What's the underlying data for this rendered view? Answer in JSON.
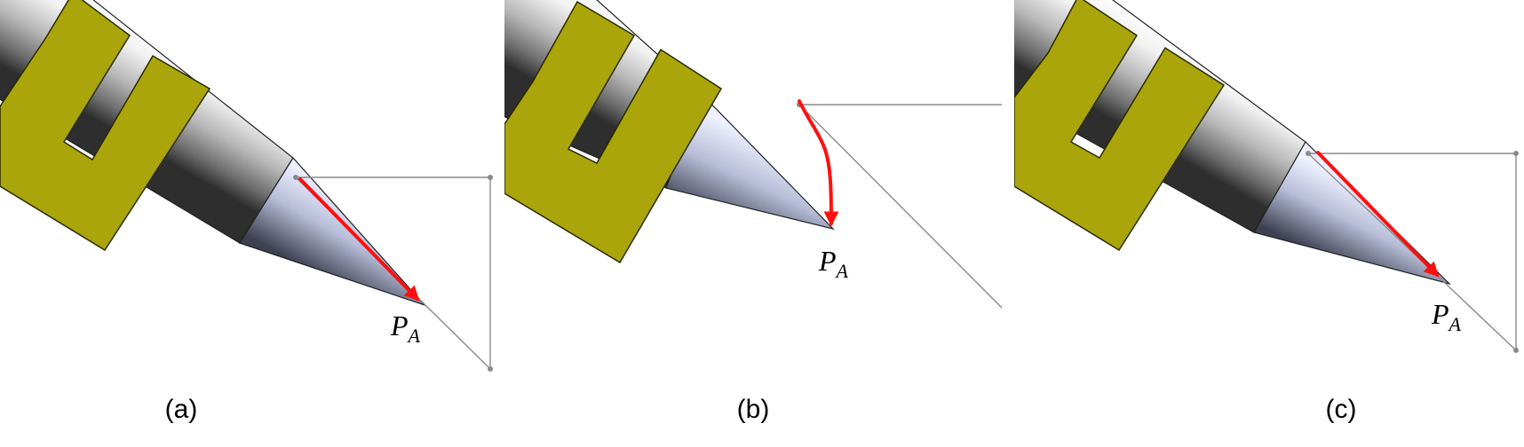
{
  "panels": [
    {
      "id": "a",
      "caption": "(a)",
      "point_label": "P",
      "point_subscript": "A"
    },
    {
      "id": "b",
      "caption": "(b)",
      "point_label": "P",
      "point_subscript": "A"
    },
    {
      "id": "c",
      "caption": "(c)",
      "point_label": "P",
      "point_subscript": "A"
    }
  ],
  "colors": {
    "clamp": "#aaa50a",
    "clamp_stroke": "#2a2a00",
    "arrow": "#ff0f0f",
    "construction_line": "#8a8a8a",
    "outline": "#111111"
  }
}
